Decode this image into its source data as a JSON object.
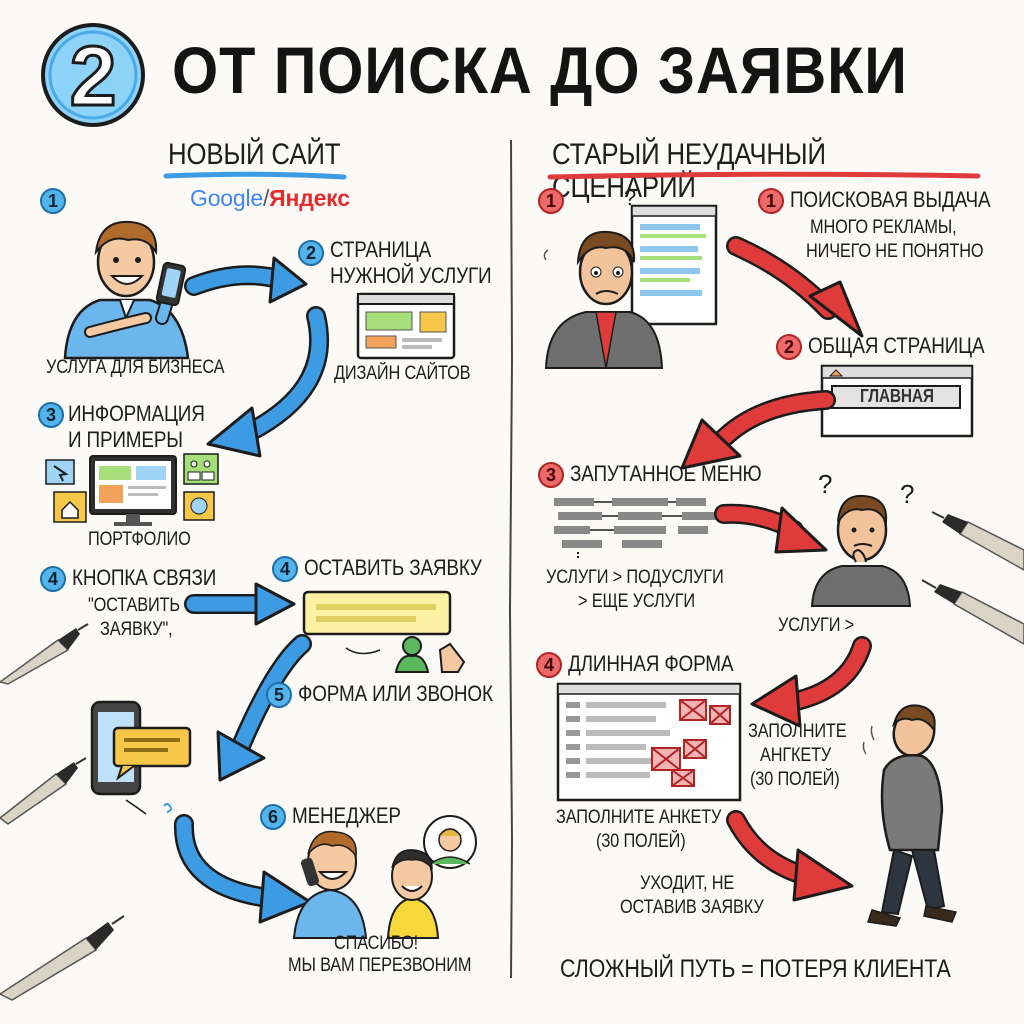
{
  "header": {
    "step_number": "2",
    "title": "ОТ ПОИСКА ДО ЗАЯВКИ"
  },
  "left": {
    "heading": "НОВЫЙ САЙТ",
    "search_engines": {
      "google": "Google",
      "separator": "/",
      "yandex": "Яндекс"
    },
    "steps": [
      {
        "num": "1",
        "caption": "УСЛУГА ДЛЯ БИЗНЕСА"
      },
      {
        "num": "2",
        "label_line1": "СТРАНИЦА",
        "label_line2": "НУЖНОЙ УСЛУГИ",
        "caption": "ДИЗАЙН САЙТОВ"
      },
      {
        "num": "3",
        "label_line1": "ИНФОРМАЦИЯ",
        "label_line2": "И ПРИМЕРЫ",
        "caption": "ПОРТФОЛИО"
      },
      {
        "num": "4",
        "label": "КНОПКА СВЯЗИ",
        "caption_line1": "\"ОСТАВИТЬ",
        "caption_line2": "ЗАЯВКУ\","
      },
      {
        "num": "4",
        "label": "ОСТАВИТЬ ЗАЯВКУ"
      },
      {
        "num": "5",
        "label": "ФОРМА ИЛИ ЗВОНОК"
      },
      {
        "num": "6",
        "label": "МЕНЕДЖЕР",
        "caption_line1": "СПАСИБО!",
        "caption_line2": "МЫ ВАМ ПЕРЕЗВОНИМ"
      }
    ]
  },
  "right": {
    "heading": "СТАРЫЙ НЕУДАЧНЫЙ СЦЕНАРИЙ",
    "steps": [
      {
        "num": "1",
        "label": "ПОИСКОВАЯ ВЫДАЧА",
        "caption_line1": "МНОГО РЕКЛАМЫ,",
        "caption_line2": "НИЧЕГО НЕ ПОНЯТНО",
        "badge": "1",
        "question": "?"
      },
      {
        "num": "2",
        "label": "ОБЩАЯ СТРАНИЦА",
        "button": "ГЛАВНАЯ"
      },
      {
        "num": "3",
        "label": "ЗАПУТАННОЕ МЕНЮ",
        "caption_line1": "УСЛУГИ > ПОДУСЛУГИ",
        "caption_line2": "> ЕЩЕ УСЛУГИ",
        "caption_side": "УСЛУГИ >",
        "q1": "?",
        "q2": "?"
      },
      {
        "num": "4",
        "label": "ДЛИННАЯ ФОРМА",
        "caption_line1": "ЗАПОЛНИТЕ АНКЕТУ",
        "caption_line2": "(30 ПОЛЕЙ)",
        "side_line1": "ЗАПОЛНИТЕ",
        "side_line2": "АНГКЕТУ",
        "side_line3": "(30 ПОЛЕЙ)"
      }
    ],
    "leave_line1": "УХОДИТ, НЕ",
    "leave_line2": "ОСТАВИВ ЗАЯВКУ",
    "conclusion": "СЛОЖНЫЙ ПУТЬ = ПОТЕРЯ КЛИЕНТА"
  },
  "colors": {
    "accent_blue": "#3d9be3",
    "accent_red": "#e03b3b",
    "ink": "#1d1d1d",
    "paper": "#fbfaf7"
  }
}
